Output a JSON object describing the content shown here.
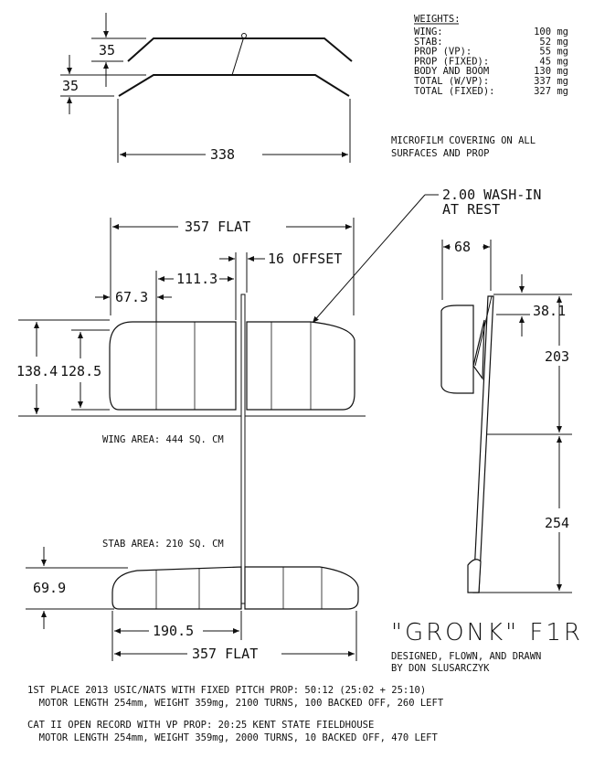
{
  "weights": {
    "heading": "WEIGHTS:",
    "rows": [
      {
        "label": "WING:",
        "value": "100 mg"
      },
      {
        "label": "STAB:",
        "value": "52 mg"
      },
      {
        "label": "PROP (VP):",
        "value": "55 mg"
      },
      {
        "label": "PROP (FIXED):",
        "value": "45 mg"
      },
      {
        "label": "BODY AND BOOM",
        "value": "130 mg"
      },
      {
        "label": "TOTAL (W/VP):",
        "value": "337 mg"
      },
      {
        "label": "TOTAL (FIXED):",
        "value": "327 mg"
      }
    ]
  },
  "covering_note": [
    "MICROFILM COVERING ON ALL",
    "SURFACES AND PROP"
  ],
  "washin_note": [
    "2.00 WASH-IN",
    "AT REST"
  ],
  "dims": {
    "dihedral_upper": "35",
    "dihedral_lower": "35",
    "front_span": "338",
    "wing_span": "357 FLAT",
    "offset": "16 OFFSET",
    "rib_spacing_a": "111.3",
    "tip_inset": "67.3",
    "chord_outer": "138.4",
    "chord_inner": "128.5",
    "side_width": "68",
    "side_offset": "38.1",
    "side_upper": "203",
    "side_lower": "254",
    "stab_chord": "69.9",
    "stab_half": "190.5",
    "stab_span": "357 FLAT"
  },
  "wing_area": "WING AREA: 444 SQ. CM",
  "stab_area": "STAB AREA: 210 SQ. CM",
  "title": "\"GRONK\" F1R",
  "credits": [
    "DESIGNED, FLOWN, AND DRAWN",
    "BY DON SLUSARCZYK"
  ],
  "records": [
    "1ST PLACE 2013 USIC/NATS WITH FIXED PITCH PROP: 50:12 (25:02 + 25:10)",
    "  MOTOR LENGTH 254mm, WEIGHT 359mg, 2100 TURNS, 100 BACKED OFF, 260 LEFT",
    "CAT II OPEN RECORD WITH VP PROP: 20:25 KENT STATE FIELDHOUSE",
    "  MOTOR LENGTH 254mm, WEIGHT 359mg, 2000 TURNS, 10 BACKED OFF, 470 LEFT"
  ]
}
